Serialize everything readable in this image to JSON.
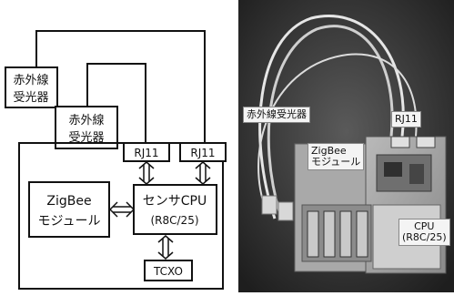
{
  "diagram": {
    "sensor_a_line1": "赤外線",
    "sensor_a_line2": "受光器",
    "sensor_b_line1": "赤外線",
    "sensor_b_line2": "受光器",
    "rj11_left": "RJ11",
    "rj11_right": "RJ11",
    "zigbee_line1": "ZigBee",
    "zigbee_line2": "モジュール",
    "cpu_line1": "センサCPU",
    "cpu_line2": "(R8C/25)",
    "tcxo": "TCXO"
  },
  "photo": {
    "label_sensor": "赤外線受光器",
    "label_rj11": "RJ11",
    "label_zigbee_line1": "ZigBee",
    "label_zigbee_line2": "モジュール",
    "label_cpu_line1": "CPU",
    "label_cpu_line2": "(R8C/25)"
  }
}
